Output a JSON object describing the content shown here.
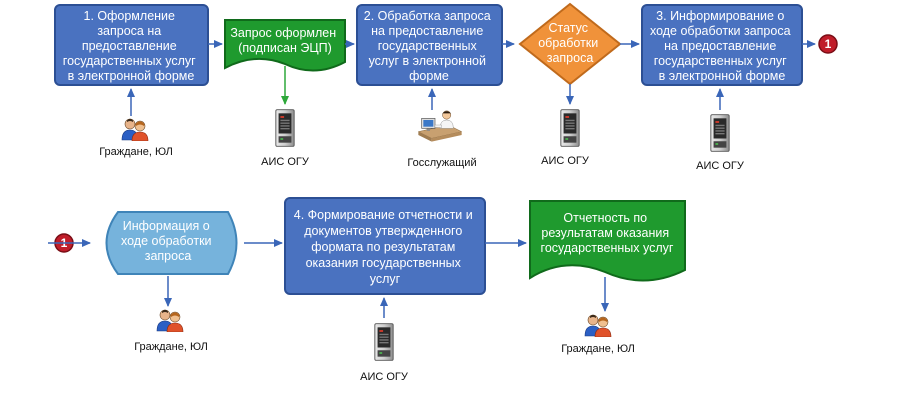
{
  "colors": {
    "blue_box": "#4a72c0",
    "blue_border": "#2c4f94",
    "green_box": "#1f9a2e",
    "green_border": "#106a1b",
    "orange_diamond": "#f0923a",
    "light_blue": "#76b3dc",
    "connector_red": "#c01d2a",
    "arrow_blue": "#3a66b8",
    "arrow_green": "#2da83a"
  },
  "row1": {
    "step1": [
      "1. Оформление",
      "запроса на",
      "предоставление",
      "государственных услуг",
      "в электронной форме"
    ],
    "doc1": [
      "Запрос оформлен",
      "(подписан ЭЦП)"
    ],
    "step2": [
      "2. Обработка запроса",
      "на предоставление",
      "государственных",
      "услуг в электронной",
      "форме"
    ],
    "decision": [
      "Статус",
      "обработки",
      "запроса"
    ],
    "step3": [
      "3. Информирование о",
      "ходе обработки запроса",
      "на предоставление",
      "государственных услуг",
      "в электронной форме"
    ],
    "connector": "1"
  },
  "row2": {
    "connector": "1",
    "info": [
      "Информация о",
      "ходе обработки",
      "запроса"
    ],
    "step4": [
      "4. Формирование отчетности и",
      "документов утвержденного",
      "формата по результатам",
      "оказания государственных",
      "услуг"
    ],
    "doc2": [
      "Отчетность по",
      "результатам оказания",
      "государственных услуг"
    ]
  },
  "actors": {
    "citizens_1": "Граждане, ЮЛ",
    "ais_1": "АИС ОГУ",
    "officer": "Госслужащий",
    "ais_2": "АИС ОГУ",
    "ais_3": "АИС ОГУ",
    "citizens_2": "Граждане, ЮЛ",
    "ais_4": "АИС ОГУ",
    "citizens_3": "Граждане, ЮЛ"
  },
  "icons": {
    "people": "people-icon",
    "server": "server-icon",
    "officer": "officer-icon"
  }
}
